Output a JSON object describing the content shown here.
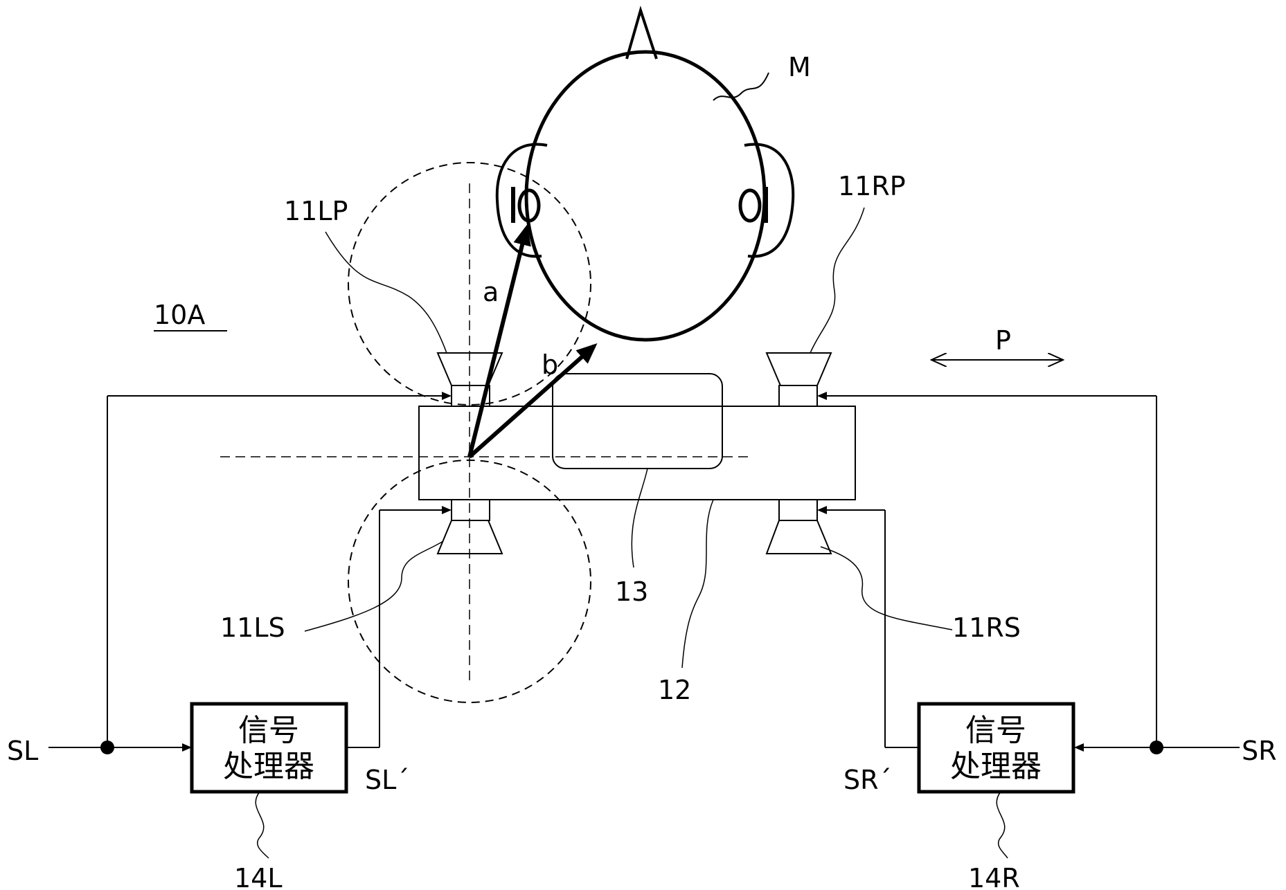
{
  "figure_id": "10A",
  "labels": {
    "head": "M",
    "speaker_left_primary": "11LP",
    "speaker_right_primary": "11RP",
    "speaker_left_secondary": "11LS",
    "speaker_right_secondary": "11RS",
    "vector_a": "a",
    "vector_b": "b",
    "direction": "P",
    "component_13": "13",
    "component_12": "12",
    "input_left": "SL",
    "input_right": "SR",
    "output_left": "SL´",
    "output_right": "SR´",
    "processor_left_id": "14L",
    "processor_right_id": "14R"
  },
  "processor_text": {
    "line1": "信号",
    "line2": "处理器"
  },
  "colors": {
    "stroke": "#000000",
    "background": "#ffffff"
  }
}
